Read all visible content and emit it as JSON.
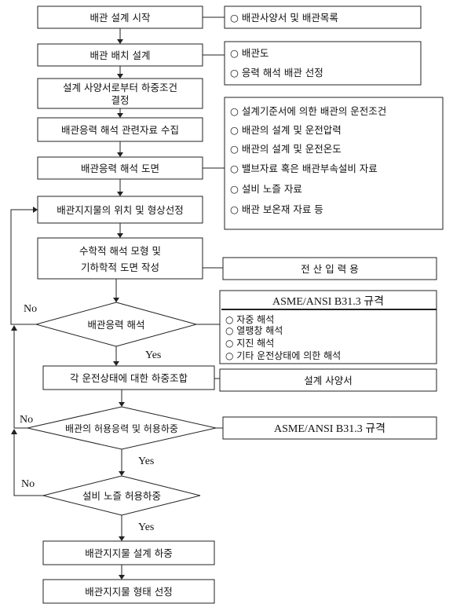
{
  "diagram": {
    "steps": {
      "s1": "배관 설계 시작",
      "s2": "배관 배치 설계",
      "s3a": "설계 사양서로부터 하중조건",
      "s3b": "결정",
      "s4": "배관응력 해석 관련자료 수집",
      "s5": "배관응력 해석 도면",
      "s6": "배관지지물의 위치 및 형상선정",
      "s7a": "수학적 해석 모형 및",
      "s7b": "기하학적 도면 작성",
      "d1": "배관응력 해석",
      "s8": "각 운전상태에 대한 하중조합",
      "d2": "배관의 허용응력 및 허용하중",
      "d3": "설비 노즐 허용하중",
      "s9": "배관지지물 설계 하중",
      "s10": "배관지지물 형태 선정"
    },
    "notes": {
      "n1": "○ 배관사양서 및 배관목록",
      "n2": [
        "○ 배관도",
        "○ 응력 해석 배관 선정"
      ],
      "n3": [
        "○ 설계기준서에 의한 배관의 운전조건",
        "○ 배관의 설계 및 운전압력",
        "○ 배관의 설계 및 운전온도",
        "○ 밸브자료 혹은 배관부속설비 자료",
        "○ 설비 노즐 자료",
        "○ 배관 보온재 자료 등"
      ],
      "n4": "전 산 입 력 용",
      "n5_title": "ASME/ANSI B31.3 규격",
      "n5": [
        "○ 자중 해석",
        "○ 열팽창 해석",
        "○ 지진 해석",
        "○ 기타 운전상태에 의한 해석"
      ],
      "n6": "설계 사양서",
      "n7": "ASME/ANSI B31.3 규격"
    },
    "labels": {
      "no1": "No",
      "yes1": "Yes",
      "no2": "No",
      "yes2": "Yes",
      "no3": "No",
      "yes3": "Yes"
    }
  }
}
